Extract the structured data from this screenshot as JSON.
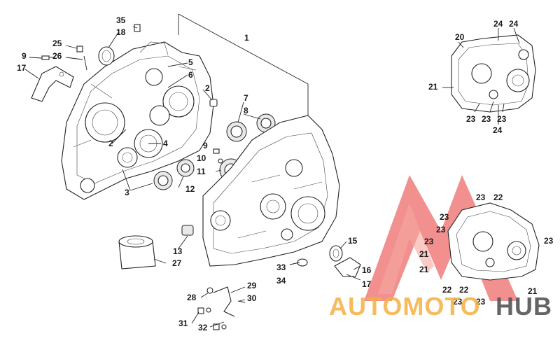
{
  "diagram": {
    "callouts": {
      "c1": "1",
      "c2a": "2",
      "c2b": "2",
      "c3": "3",
      "c4": "4",
      "c5": "5",
      "c6": "6",
      "c7": "7",
      "c8": "8",
      "c9a": "9",
      "c9b": "9",
      "c10": "10",
      "c11": "11",
      "c12": "12",
      "c13": "13",
      "c15": "15",
      "c16": "16",
      "c17a": "17",
      "c17b": "17",
      "c18": "18",
      "c20": "20",
      "c21a": "21",
      "c21b": "21",
      "c21c": "21",
      "c21d": "21",
      "c22a": "22",
      "c22b": "22",
      "c22c": "22",
      "c23a": "23",
      "c23b": "23",
      "c23c": "23",
      "c23d": "23",
      "c23e": "23",
      "c23f": "23",
      "c23g": "23",
      "c23h": "23",
      "c23i": "23",
      "c23j": "23",
      "c24a": "24",
      "c24b": "24",
      "c24c": "24",
      "c25": "25",
      "c26": "26",
      "c27": "27",
      "c28": "28",
      "c29": "29",
      "c30": "30",
      "c31": "31",
      "c32": "32",
      "c33": "33",
      "c34": "34",
      "c35": "35"
    }
  },
  "watermark": {
    "brand_part1": "AUTOMOTO",
    "brand_part2": "HUB",
    "color_red": "#e53935",
    "color_orange": "#f5b041",
    "color_dark": "#555555"
  }
}
